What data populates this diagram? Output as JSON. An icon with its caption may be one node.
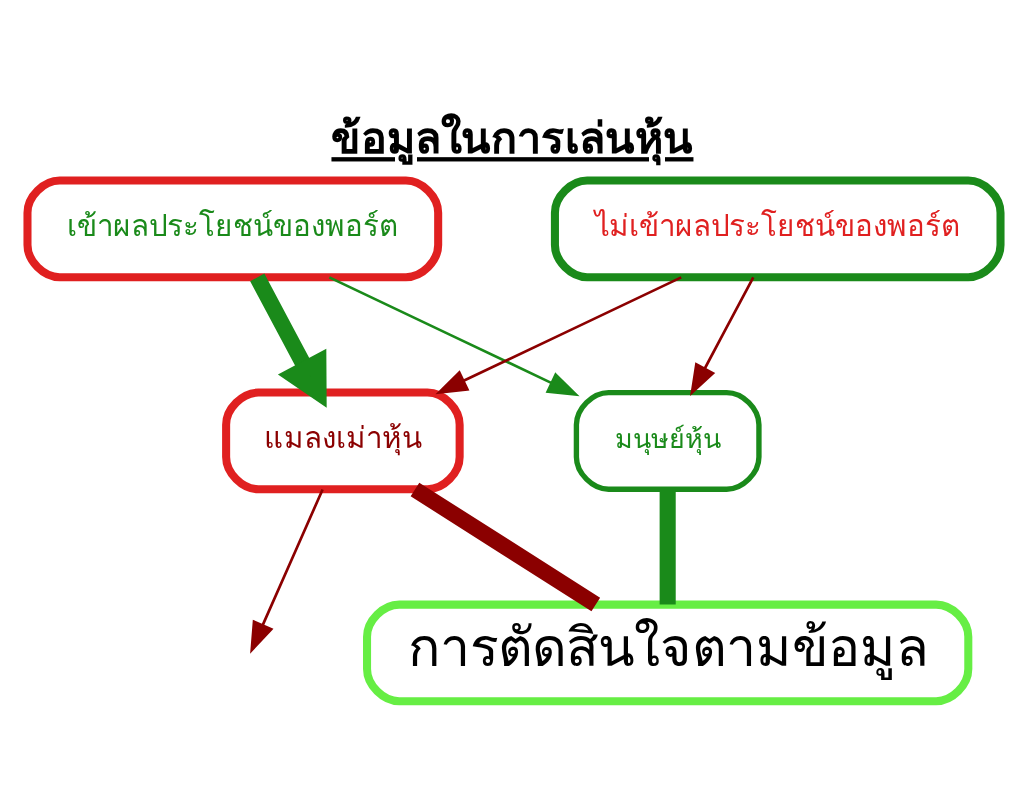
{
  "diagram": {
    "title": "ข้อมูลในการเล่นหุ้น",
    "nodes": [
      {
        "text": [
          "เข้าผลประโยชน์ของพอร์ต"
        ]
      },
      {
        "text": [
          "ไม่เข้าผลประโยชน์ของพอร์ต"
        ]
      },
      {
        "text": [
          "แมลงเม่าหุ้น"
        ]
      },
      {
        "text": [
          "มนุษย์หุ้น"
        ]
      },
      {
        "text": [
          "การตัดสินใจตามข้อมูล"
        ]
      }
    ],
    "edges": [
      {
        "from": 0,
        "to": 2,
        "arrow": "to",
        "style": "thick",
        "color": "#1a8a1a"
      },
      {
        "from": 0,
        "to": 3,
        "arrow": "to",
        "color": "#1a8a1a"
      },
      {
        "from": 1,
        "to": 2,
        "arrow": "to"
      },
      {
        "from": 1,
        "to": 3,
        "arrow": "to"
      },
      {
        "from": 2,
        "to": null,
        "arrow": "to"
      },
      {
        "from": 2,
        "to": 4,
        "arrow": "none",
        "style": "thick"
      },
      {
        "from": 3,
        "to": 4,
        "arrow": "none",
        "style": "thick",
        "color": "#1a8a1a"
      }
    ]
  }
}
